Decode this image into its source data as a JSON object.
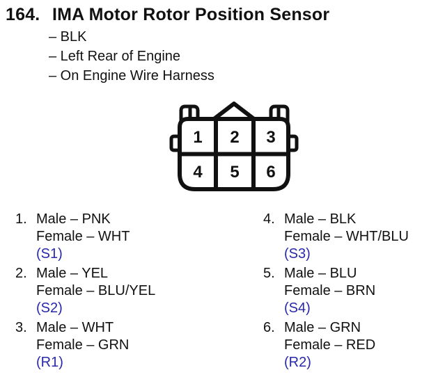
{
  "header": {
    "number": "164.",
    "title": "IMA Motor Rotor Position Sensor",
    "details": [
      "– BLK",
      "– Left Rear of Engine",
      "– On Engine Wire Harness"
    ]
  },
  "connector": {
    "cells": [
      "1",
      "2",
      "3",
      "4",
      "5",
      "6"
    ]
  },
  "pins": [
    {
      "num": "1.",
      "male": "Male – PNK",
      "female": "Female – WHT",
      "code": "(S1)"
    },
    {
      "num": "2.",
      "male": "Male – YEL",
      "female": "Female – BLU/YEL",
      "code": "(S2)"
    },
    {
      "num": "3.",
      "male": "Male – WHT",
      "female": "Female – GRN",
      "code": "(R1)"
    },
    {
      "num": "4.",
      "male": "Male – BLK",
      "female": "Female – WHT/BLU",
      "code": "(S3)"
    },
    {
      "num": "5.",
      "male": "Male – BLU",
      "female": "Female – BRN",
      "code": "(S4)"
    },
    {
      "num": "6.",
      "male": "Male – GRN",
      "female": "Female – RED",
      "code": "(R2)"
    }
  ],
  "colors": {
    "ink": "#111111",
    "code_blue": "#2828aa"
  }
}
